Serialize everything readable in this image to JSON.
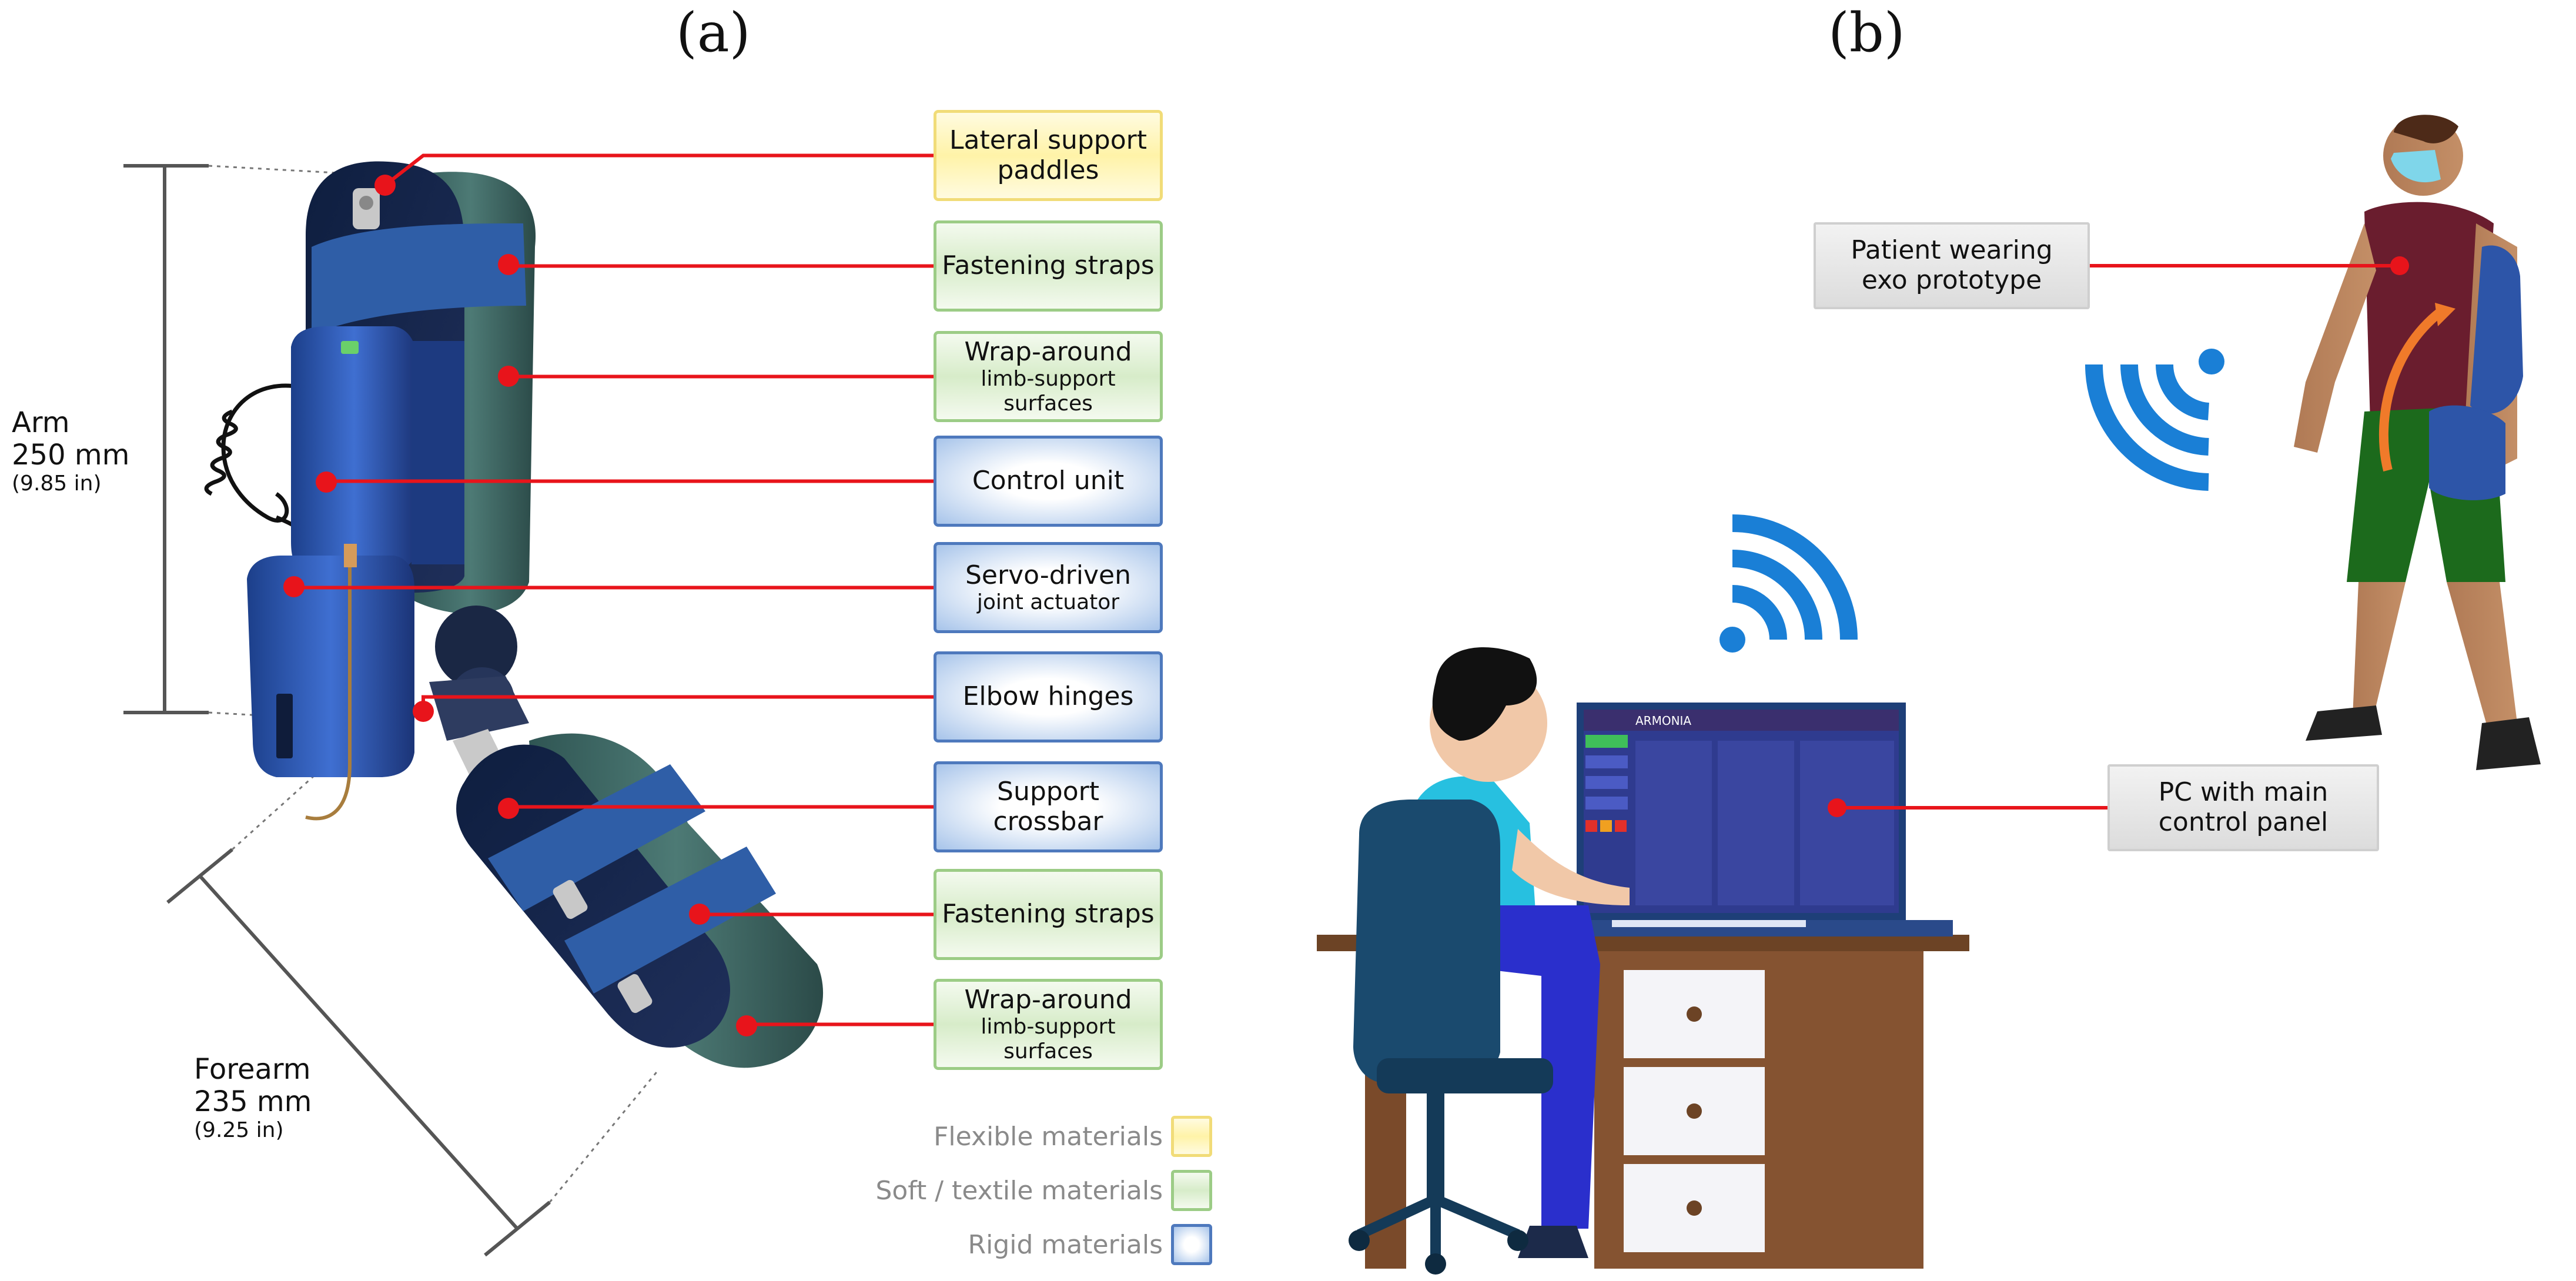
{
  "panels": {
    "a": "(a)",
    "b": "(b)"
  },
  "labels": [
    {
      "main": "Lateral support",
      "second": "paddles",
      "material": "flexible"
    },
    {
      "main": "Fastening straps",
      "second": "",
      "material": "soft"
    },
    {
      "main": "Wrap-around",
      "second": "limb-support surfaces",
      "material": "soft"
    },
    {
      "main": "Control unit",
      "second": "",
      "material": "rigid"
    },
    {
      "main": "Servo-driven",
      "second": "joint actuator",
      "material": "rigid"
    },
    {
      "main": "Elbow hinges",
      "second": "",
      "material": "rigid"
    },
    {
      "main": "Support",
      "second": "crossbar",
      "material": "rigid"
    },
    {
      "main": "Fastening straps",
      "second": "",
      "material": "soft"
    },
    {
      "main": "Wrap-around",
      "second": "limb-support surfaces",
      "material": "soft"
    }
  ],
  "legend": [
    {
      "label": "Flexible materials",
      "material": "flexible"
    },
    {
      "label": "Soft / textile materials",
      "material": "soft"
    },
    {
      "label": "Rigid materials",
      "material": "rigid"
    }
  ],
  "dimensions": {
    "arm": {
      "name": "Arm",
      "mm": "250 mm",
      "in": "(9.85 in)"
    },
    "forearm": {
      "name": "Forearm",
      "mm": "235 mm",
      "in": "(9.25 in)"
    }
  },
  "panel_b": {
    "patient_line1": "Patient wearing",
    "patient_line2": "exo prototype",
    "pc_line1": "PC with main",
    "pc_line2": "control panel",
    "screen_app_name": "ARMONIA"
  },
  "colors": {
    "leader": "#e8141b",
    "dimension": "#555555",
    "wifi": "#1a7fd6",
    "device_blue": "#2d55a8"
  }
}
